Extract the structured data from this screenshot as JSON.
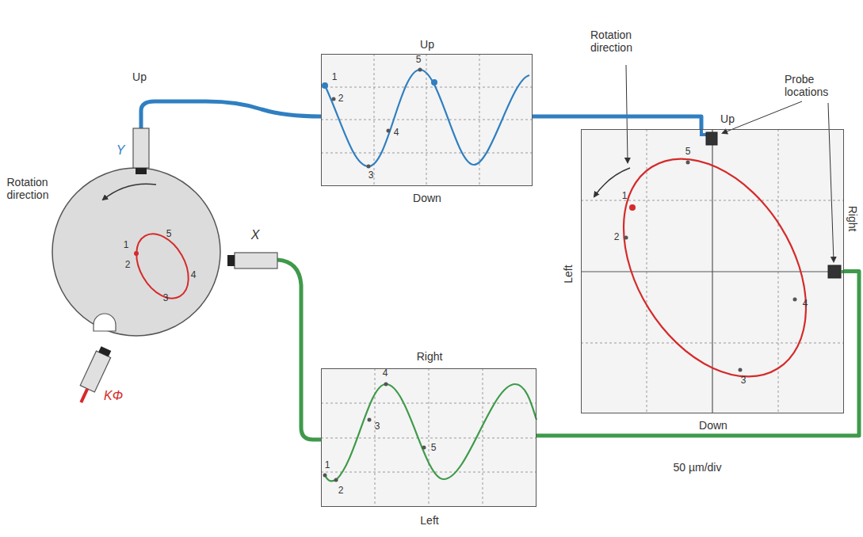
{
  "diagram": {
    "nodes": [
      {
        "text": [
          "Up",
          "Down"
        ]
      },
      {
        "text": [
          "Right",
          "Left"
        ]
      },
      {
        "text": [
          "Up",
          "Right",
          "Left",
          "Down"
        ]
      }
    ],
    "edges": [
      {
        "from": 0,
        "to": 2,
        "arrow": "none"
      },
      {
        "from": 1,
        "to": 2,
        "arrow": "none"
      }
    ],
    "labels": [
      "Up",
      "Y",
      "Rotation direction",
      "X",
      "KΦ",
      "1",
      "2",
      "3",
      "4",
      "5",
      "1",
      "2",
      "3",
      "4",
      "5",
      "1",
      "2",
      "3",
      "4",
      "5",
      "1",
      "2",
      "3",
      "4",
      "5",
      "Rotation direction",
      "Probe locations",
      "50 µm/div"
    ]
  }
}
